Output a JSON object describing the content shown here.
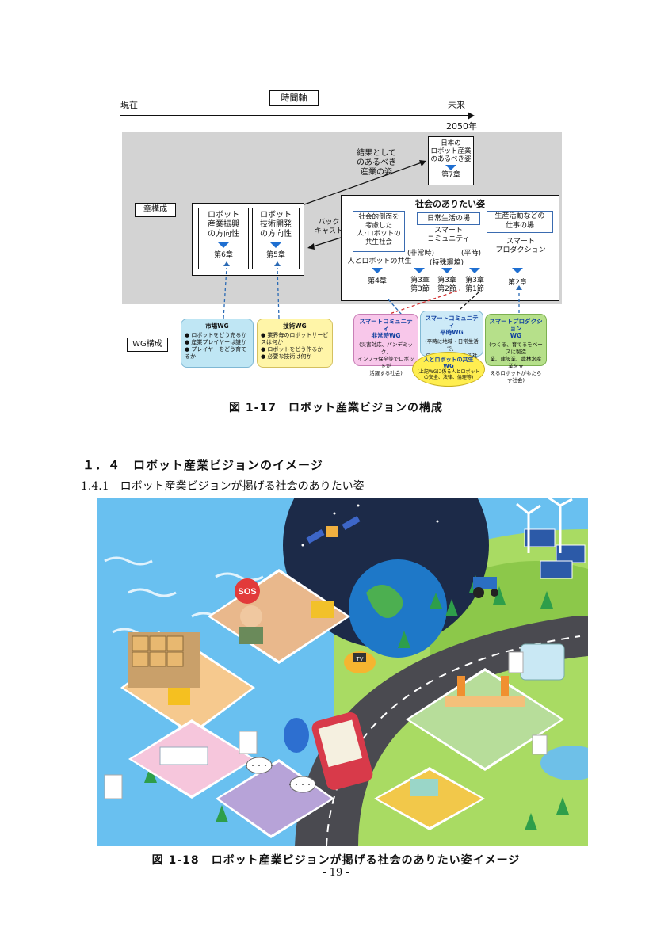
{
  "diagram": {
    "time_axis": {
      "label": "時間軸",
      "start": "現在",
      "end": "未来",
      "year": "2050年"
    },
    "rows": {
      "chapters": "章構成",
      "wg": "WG構成"
    },
    "result_note": "結果として\nのあるべき\n産業の姿",
    "future_box": {
      "text": "日本の\nロボット産業\nのあるべき姿",
      "chapter": "第7章"
    },
    "left_boxes": [
      {
        "text": "ロボット\n産業振興\nの方向性",
        "chapter": "第6章"
      },
      {
        "text": "ロボット\n技術開発\nの方向性",
        "chapter": "第5章"
      }
    ],
    "backcast": "バック\nキャスト",
    "society": {
      "title": "社会のありたい姿",
      "coexist_box": "社会的側面を\n考慮した\n人･ロボットの\n共生社会",
      "coexist_label": "人とロボットの共生",
      "daily_box": "日常生活の場",
      "smart_community": "スマート\nコミュニティ",
      "emergency": "(非常時)",
      "normal": "(平時)",
      "special_env": "(特殊環境)",
      "production_box": "生産活動などの\n仕事の場",
      "smart_production": "スマート\nプロダクション",
      "chapters": [
        "第4章",
        "第3章\n第3節",
        "第3章\n第2節",
        "第3章\n第1節",
        "第2章"
      ]
    },
    "wgs": {
      "market": {
        "title": "市場WG",
        "items": [
          "ロボットをどう売るか",
          "産業プレイヤーは誰か",
          "プレイヤーをどう育てるか"
        ]
      },
      "tech": {
        "title": "技術WG",
        "items": [
          "業界毎のロボットサービスは何か",
          "ロボットをどう作るか",
          "必要な技術は何か"
        ]
      },
      "emergency": {
        "title": "スマートコミュニティ\n非常時WG",
        "text": "(災害対応、パンデミック、\nインフラ保全等でロボットが\n活躍する社会)"
      },
      "normal": {
        "title": "スマートコミュニティ\n平時WG",
        "text": "(平時に地域・日常生活で、\nロボットが活躍する社会)"
      },
      "production": {
        "title": "スマートプロダクション\nWG",
        "text": "(つくる、育てるをベースに製造\n業、建設業、農林水産業を支\nえるロボットがもたらす社会)"
      },
      "coexist": {
        "title": "人とロボットの共生\nWG",
        "text": "(上記WGに係る人とロボット\nの安全、法律、倫理等)"
      }
    }
  },
  "captions": {
    "fig17": "図 1-17　ロボット産業ビジョンの構成",
    "sec_heading": "１．４　ロボット産業ビジョンのイメージ",
    "subsec_heading": "1.4.1　ロボット産業ビジョンが掲げる社会のありたい姿",
    "fig18": "図 1-18　ロボット産業ビジョンが掲げる社会のありたい姿イメージ",
    "page": "- 19 -"
  },
  "illustration": {
    "sos": "SOS",
    "tv": "TV",
    "speech": "・・・・・"
  }
}
